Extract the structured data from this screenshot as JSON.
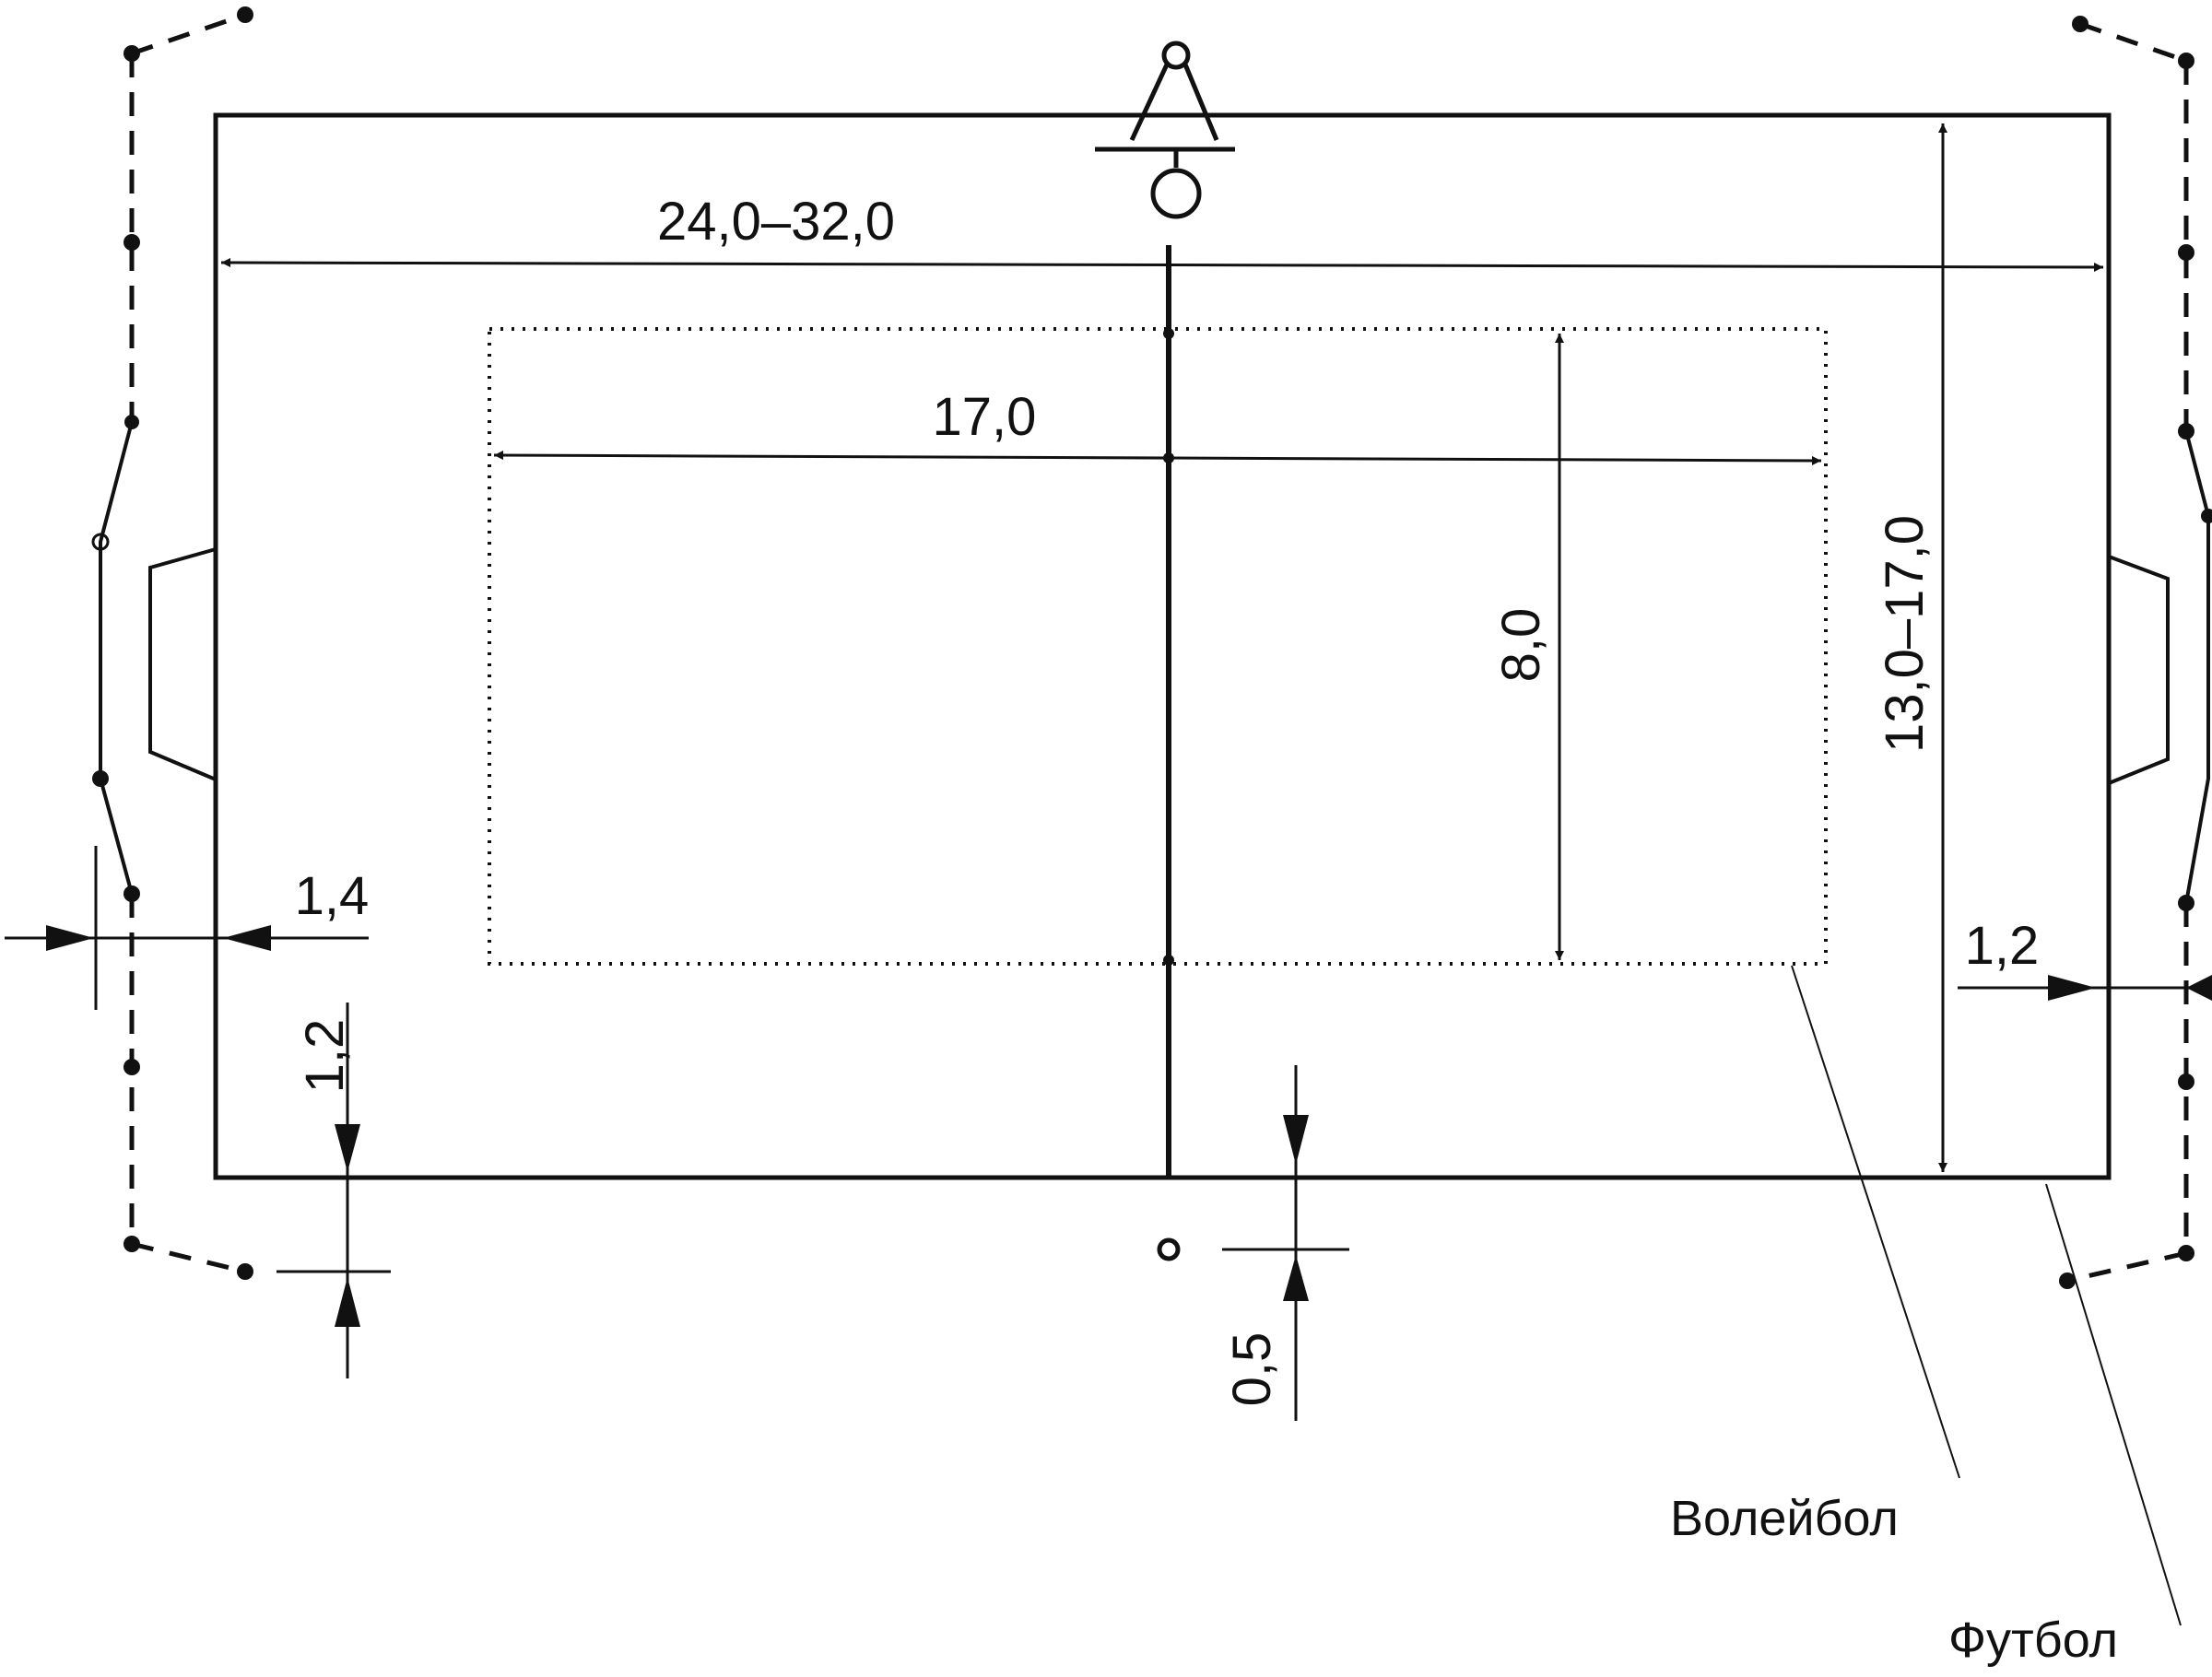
{
  "dimensions": {
    "overall_length": "24,0–32,0",
    "overall_width": "13,0–17,0",
    "volleyball_length": "17,0",
    "volleyball_width": "8,0",
    "left_clearance": "1,4",
    "right_clearance": "1,2",
    "bottom_clearance": "1,2",
    "post_offset": "0,5"
  },
  "labels": {
    "volleyball": "Волейбол",
    "football": "Футбол"
  },
  "colors": {
    "line": "#111111",
    "background": "#ffffff"
  }
}
